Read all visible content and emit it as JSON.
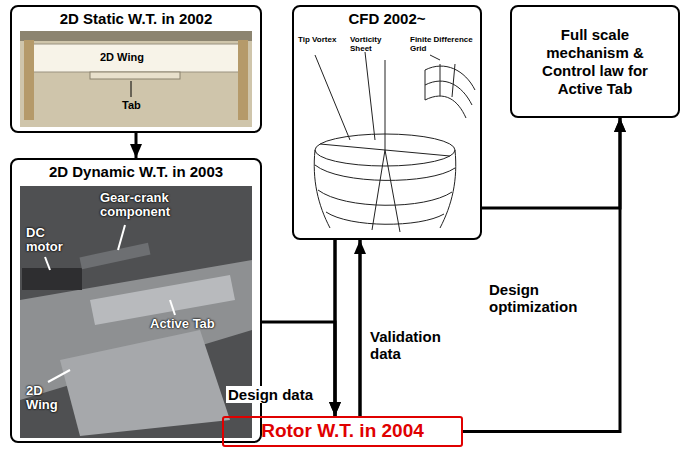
{
  "diagram": {
    "nodes": [
      {
        "text": [
          "2D Static W.T. in 2002"
        ]
      },
      {
        "text": [
          "CFD 2002~"
        ]
      },
      {
        "text": [
          "Full scale mechanism & Control law for Active Tab"
        ]
      },
      {
        "text": [
          "2D Dynamic W.T. in 2003"
        ]
      },
      {
        "text": [
          "Rotor W.T. in 2004"
        ]
      }
    ],
    "edges": [
      {
        "from": 0,
        "to": 3,
        "arrow": "to"
      },
      {
        "from": 3,
        "to": 4,
        "label": "Design data",
        "arrow": "to"
      },
      {
        "from": 1,
        "to": 4,
        "arrow": "to"
      },
      {
        "from": 4,
        "to": 1,
        "label": "Validation data",
        "arrow": "to"
      },
      {
        "from": 1,
        "to": 2,
        "arrow": "to"
      },
      {
        "from": 4,
        "to": 2,
        "label": "Design optimization",
        "arrow": "to"
      }
    ],
    "labels": [
      "2D Wing",
      "Tab",
      "Gear-crank component",
      "DC motor",
      "Active Tab",
      "2D Wing",
      "Tip Vortex",
      "Vorticity Sheet",
      "Finite Difference Grid"
    ]
  }
}
